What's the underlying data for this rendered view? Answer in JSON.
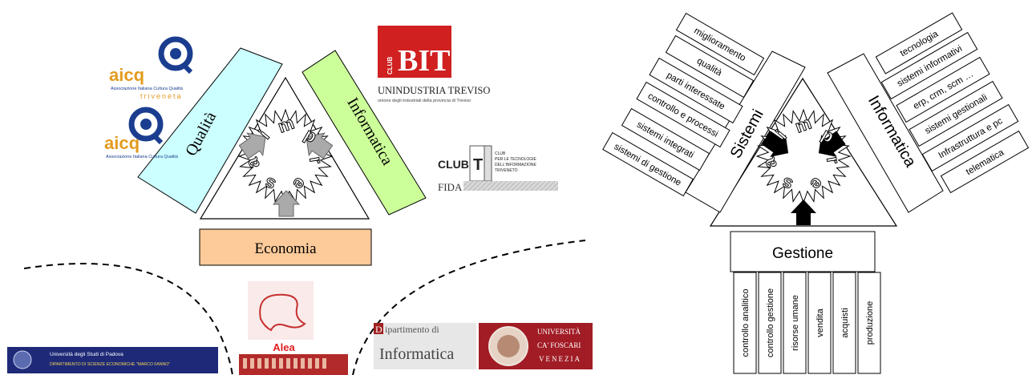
{
  "left": {
    "qualita": "Qualità",
    "informatica": "Informatica",
    "economia": "Economia",
    "center_letters": [
      "i",
      "m",
      "p",
      "r",
      "e",
      "s",
      "a"
    ],
    "aicq1": {
      "name": "aicq",
      "line1": "Associazione Italiana Cultura Qualità",
      "line2": "triveneta"
    },
    "aicq2": {
      "name": "aicq",
      "line1": "Associazione Italiana Cultura Qualità"
    },
    "bit": {
      "club": "CLUB",
      "name": "BIT",
      "line1": "UNINDUSTRIA TREVISO",
      "line2": "unione degli industriali della provincia di Treviso"
    },
    "clubti": {
      "club": "CLUB",
      "ti": "TI",
      "desc": [
        "CLUB",
        "PER LE TECNOLOGIE",
        "DELL'INFORMAZIONE",
        "TRIVENETO"
      ],
      "fidal": "FIDA"
    },
    "alea": "Alea",
    "padova": {
      "line1": "Università degli Studi di Padova",
      "line2": "DIPARTIMENTO DI SCIENZE ECONOMICHE \"MARCO FANNO\""
    },
    "dip_inf": {
      "line1": "ipartimento di",
      "initial": "D",
      "line2": "Informatica"
    },
    "foscari": {
      "line1": "UNIVERSITÀ",
      "line2": "CA' FOSCARI",
      "line3": "VENEZIA"
    }
  },
  "right": {
    "sistemi": "Sistemi",
    "informatica": "Informatica",
    "gestione": "Gestione",
    "center_letters": [
      "i",
      "m",
      "p",
      "r",
      "e",
      "s",
      "a"
    ],
    "sistemi_items": [
      "miglioramento",
      "qualità",
      "parti interessate",
      "controllo e processi",
      "sistemi integrati",
      "sistemi di gestione"
    ],
    "informatica_items": [
      "tecnologia",
      "sistemi informativi",
      "erp, crm, scm …",
      "sistemi gestionali",
      "Infrastruttura e pc",
      "telematica"
    ],
    "gestione_items": [
      "controllo analitico",
      "controllo gestione",
      "risorse umane",
      "vendita",
      "acquisti",
      "produzione"
    ]
  }
}
